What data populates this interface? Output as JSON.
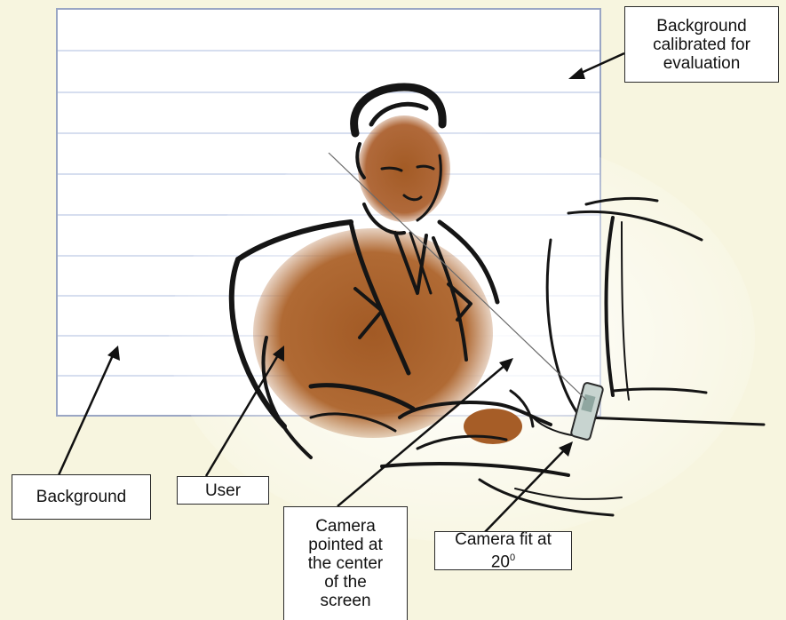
{
  "labels": {
    "background_calibrated": "Background\ncalibrated for\nevaluation",
    "background": "Background",
    "user": "User",
    "camera_center": "Camera\npointed at\nthe center\nof the\nscreen",
    "camera_fit_prefix": "Camera fit at\n20",
    "camera_fit_degree": "0"
  },
  "colors": {
    "page_background": "#f7f5df",
    "panel_background": "#ffffff",
    "panel_stripe": "#c9d3ea",
    "skin_suit": "#a9622b",
    "ink": "#151515"
  },
  "icons": [
    "arrow-icon",
    "user-illustration-icon",
    "camera-icon",
    "monitor-icon"
  ]
}
